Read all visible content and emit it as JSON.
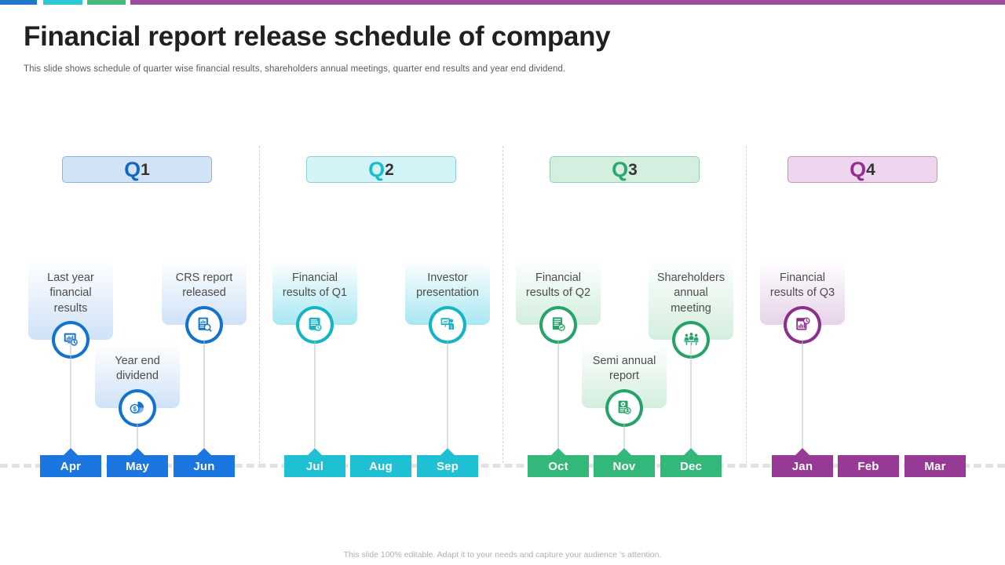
{
  "header": {
    "title": "Financial report release schedule of company",
    "subtitle": "This slide shows schedule of quarter wise financial results, shareholders annual meetings, quarter end results and year end dividend."
  },
  "footer": {
    "note": "This slide 100% editable. Adapt it to your needs and capture your audience 's attention."
  },
  "accent_bars": [
    {
      "name": "blue",
      "color": "#2278c8"
    },
    {
      "name": "cyan",
      "color": "#2ec7d4"
    },
    {
      "name": "green",
      "color": "#45b97c"
    },
    {
      "name": "purple",
      "color": "#9c4e9e"
    }
  ],
  "quarters": [
    {
      "letter": "Q",
      "number": "1",
      "letter_color": "#1168c4",
      "pill_bg": "#d3e3f7",
      "pill_border": "#8fb3da",
      "accent": "#1272ce",
      "card_bg_top": "#ffffff",
      "card_bg_bottom": "#cfe2f7",
      "months": [
        "Apr",
        "May",
        "Jun"
      ],
      "month_color": "#1b76e0"
    },
    {
      "letter": "Q",
      "number": "2",
      "letter_color": "#19becd",
      "pill_bg": "#d3f4f7",
      "pill_border": "#8fcfda",
      "accent": "#14b4c6",
      "card_bg_top": "#ffffff",
      "card_bg_bottom": "#a8e8f2",
      "months": [
        "Jul",
        "Aug",
        "Sep"
      ],
      "month_color": "#1fc0d4"
    },
    {
      "letter": "Q",
      "number": "3",
      "letter_color": "#2aa86e",
      "pill_bg": "#d4efe0",
      "pill_border": "#96cfb0",
      "accent": "#27a369",
      "card_bg_top": "#ffffff",
      "card_bg_bottom": "#d3eede",
      "months": [
        "Oct",
        "Nov",
        "Dec"
      ],
      "month_color": "#34b87a"
    },
    {
      "letter": "Q",
      "number": "4",
      "letter_color": "#93308f",
      "pill_bg": "#eed6ee",
      "pill_border": "#c295c2",
      "accent": "#8d2f8c",
      "card_bg_top": "#ffffff",
      "card_bg_bottom": "#e7d3ea",
      "months": [
        "Jan",
        "Feb",
        "Mar"
      ],
      "month_color": "#963a96"
    }
  ],
  "events": [
    {
      "label": "Last year financial results",
      "icon": "monitor-chart-icon",
      "quarter": 0,
      "month": "Apr"
    },
    {
      "label": "Year end dividend",
      "icon": "pie-dollar-icon",
      "quarter": 0,
      "month": "May"
    },
    {
      "label": "CRS report released",
      "icon": "report-search-icon",
      "quarter": 0,
      "month": "Jun"
    },
    {
      "label": "Financial results of Q1",
      "icon": "scroll-document-icon",
      "quarter": 1,
      "month": "Jul"
    },
    {
      "label": "Investor presentation",
      "icon": "presenter-board-icon",
      "quarter": 1,
      "month": "Sep"
    },
    {
      "label": "Financial results of Q2",
      "icon": "document-chart-icon",
      "quarter": 2,
      "month": "Oct"
    },
    {
      "label": "Semi annual report",
      "icon": "report-gear-icon",
      "quarter": 2,
      "month": "Nov"
    },
    {
      "label": "Shareholders annual meeting",
      "icon": "meeting-people-icon",
      "quarter": 2,
      "month": "Dec"
    },
    {
      "label": "Financial results of Q3",
      "icon": "calendar-chart-icon",
      "quarter": 3,
      "month": "Jan"
    }
  ]
}
